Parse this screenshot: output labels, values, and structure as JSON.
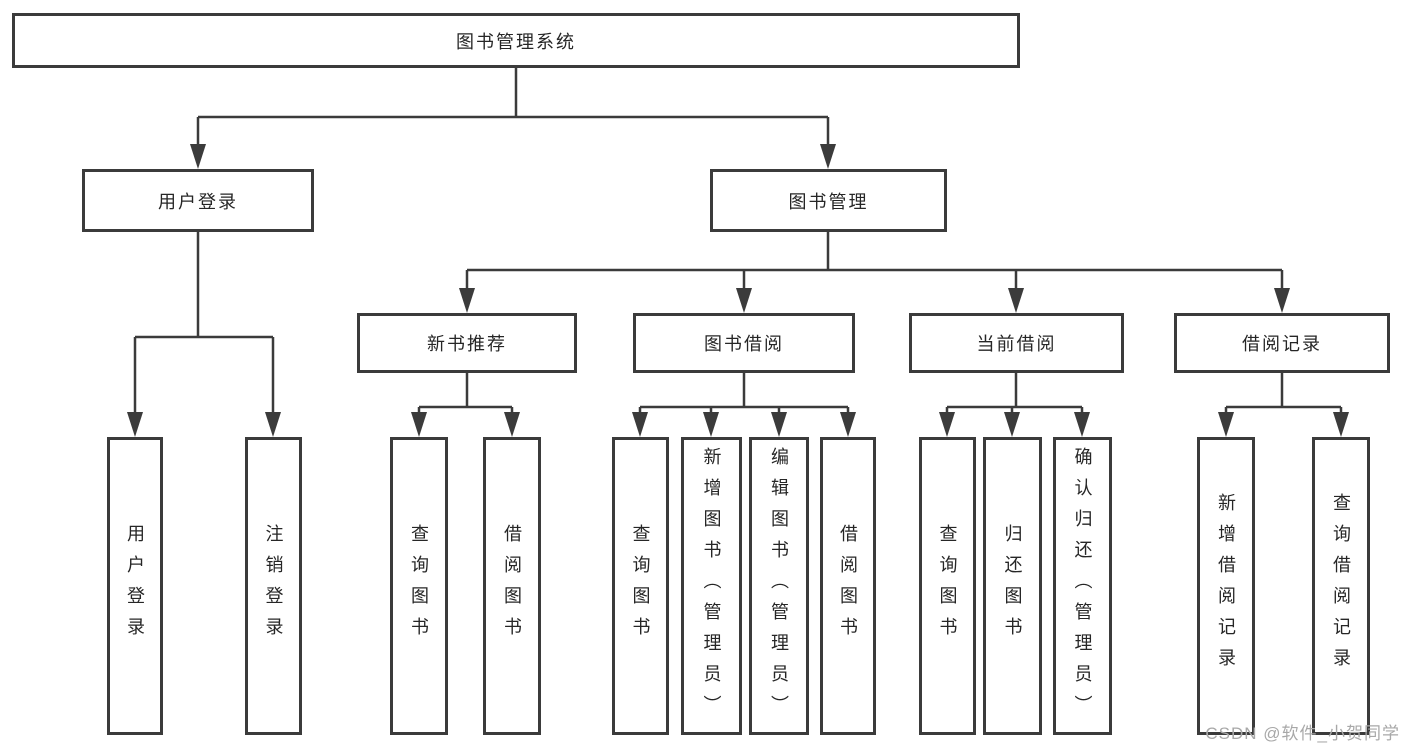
{
  "tree": {
    "label": "图书管理系统",
    "children": [
      {
        "label": "用户登录",
        "children": [
          {
            "label": "用户登录"
          },
          {
            "label": "注销登录"
          }
        ]
      },
      {
        "label": "图书管理",
        "children": [
          {
            "label": "新书推荐",
            "children": [
              {
                "label": "查询图书"
              },
              {
                "label": "借阅图书"
              }
            ]
          },
          {
            "label": "图书借阅",
            "children": [
              {
                "label": "查询图书"
              },
              {
                "label": "新增图书（管理员）"
              },
              {
                "label": "编辑图书（管理员）"
              },
              {
                "label": "借阅图书"
              }
            ]
          },
          {
            "label": "当前借阅",
            "children": [
              {
                "label": "查询图书"
              },
              {
                "label": "归还图书"
              },
              {
                "label": "确认归还（管理员）"
              }
            ]
          },
          {
            "label": "借阅记录",
            "children": [
              {
                "label": "新增借阅记录"
              },
              {
                "label": "查询借阅记录"
              }
            ]
          }
        ]
      }
    ]
  },
  "watermark": {
    "text": "CSDN @软件_小贺同学"
  },
  "colors": {
    "line": "#3b3b3b",
    "box_border": "#3b3b3b",
    "box_fill": "#ffffff",
    "text": "#262626",
    "watermark": "#a8a8a8"
  }
}
